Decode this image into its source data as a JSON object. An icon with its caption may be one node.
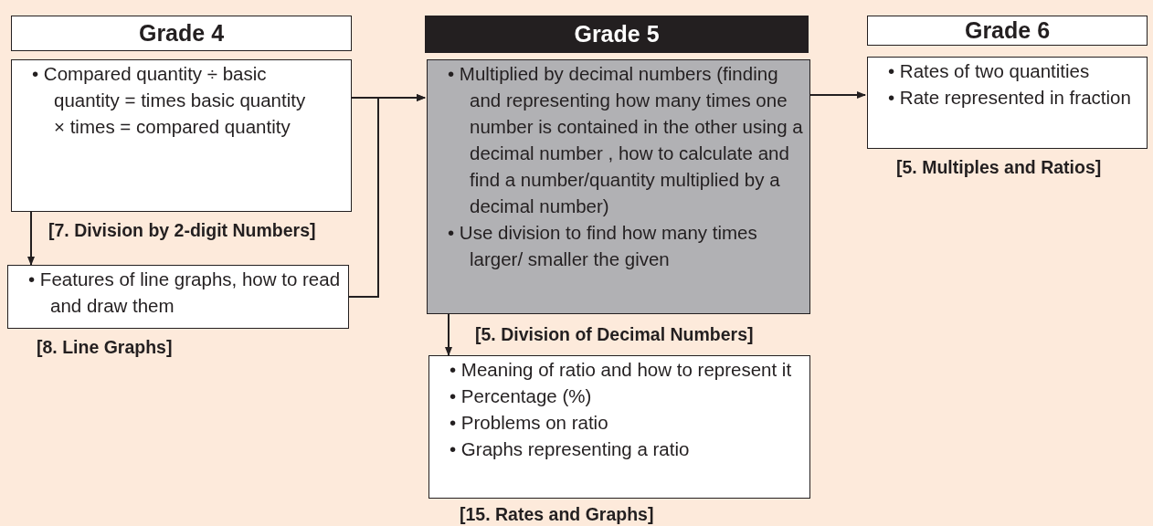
{
  "diagram": {
    "nodes": [
      {
        "text": [
          "Grade 4"
        ]
      },
      {
        "text": [
          "• Compared quantity ÷ basic quantity = times basic quantity × times = compared quantity"
        ],
        "beside": [
          "[7. Division by 2-digit Numbers]"
        ]
      },
      {
        "text": [
          "• Features of line graphs, how to read and draw them"
        ],
        "beside": [
          "[8. Line Graphs]"
        ]
      },
      {
        "text": [
          "Grade 5"
        ]
      },
      {
        "text": [
          "• Multiplied by decimal numbers (finding and representing how many times one number is contained in the other using a decimal number , how to calculate and find a number/quantity multiplied by a decimal number)",
          "• Use division to find how many times larger/ smaller the given"
        ],
        "beside": [
          "[5. Division of Decimal Numbers]"
        ]
      },
      {
        "text": [
          "• Meaning of ratio and how to represent it",
          "• Percentage (%)",
          "• Problems on ratio",
          "• Graphs representing a ratio"
        ],
        "beside": [
          "[15. Rates and Graphs]"
        ]
      },
      {
        "text": [
          "Grade 6"
        ]
      },
      {
        "text": [
          "• Rates of two quantities",
          "• Rate represented in fraction"
        ],
        "beside": [
          "[5. Multiples and Ratios]"
        ]
      }
    ],
    "edges": [
      {
        "from": 1,
        "to": 2,
        "arrow": "to"
      },
      {
        "from": 1,
        "to": 4,
        "arrow": "to"
      },
      {
        "from": 2,
        "to": 4,
        "arrow": "to"
      },
      {
        "from": 4,
        "to": 5,
        "arrow": "to"
      },
      {
        "from": 4,
        "to": 7,
        "arrow": "to"
      }
    ]
  }
}
